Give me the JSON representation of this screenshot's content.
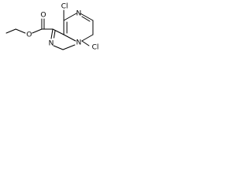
{
  "structure": {
    "atoms": {
      "cl_top": "Cl",
      "cl_right": "Cl",
      "n_pyrazine": "N",
      "n_bridge": "N",
      "n_imidazole": "N",
      "o_carbonyl": "O",
      "o_ester": "O"
    }
  }
}
